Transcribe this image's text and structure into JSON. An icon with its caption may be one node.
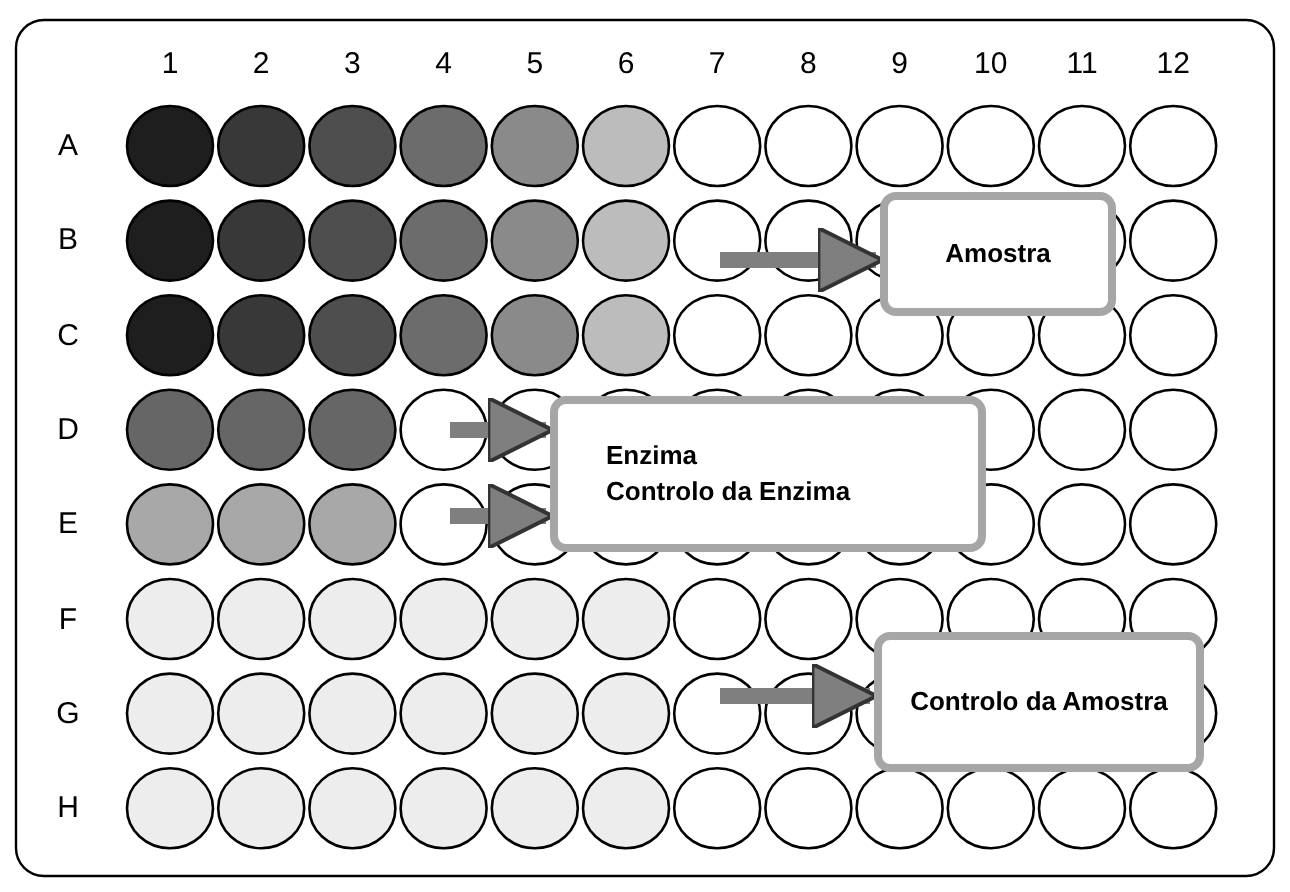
{
  "diagram": {
    "nodes": [
      {
        "text": [
          "Amostra"
        ]
      },
      {
        "text": [
          "Enzima",
          "Controlo da Enzima"
        ]
      },
      {
        "text": [
          "Controlo da Amostra"
        ]
      }
    ],
    "edges": [
      {
        "from": null,
        "to": 0,
        "arrow": "to"
      },
      {
        "from": null,
        "to": 1,
        "arrow": "to"
      },
      {
        "from": null,
        "to": 1,
        "arrow": "to"
      },
      {
        "from": null,
        "to": 2,
        "arrow": "to"
      }
    ],
    "labels": [
      "1",
      "2",
      "3",
      "4",
      "5",
      "6",
      "7",
      "8",
      "9",
      "10",
      "11",
      "12",
      "A",
      "B",
      "C",
      "D",
      "E",
      "F",
      "G",
      "H"
    ]
  }
}
